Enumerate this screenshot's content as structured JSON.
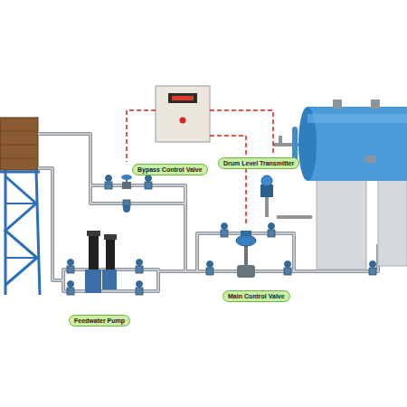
{
  "diagram": {
    "nodes": [
      {
        "text": [
          "Bypass Control Valve"
        ]
      },
      {
        "text": [
          "Drum Level Transmitter"
        ]
      },
      {
        "text": [
          "Main Control Valve"
        ]
      },
      {
        "text": [
          "Feedwater Pump"
        ]
      }
    ]
  }
}
